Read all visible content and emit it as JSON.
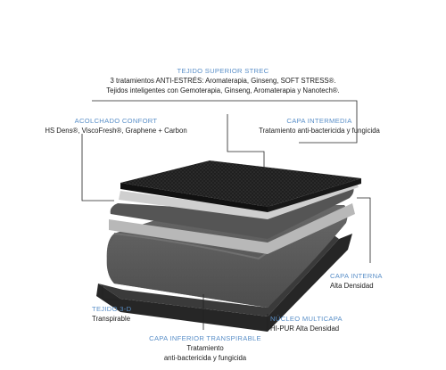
{
  "colors": {
    "accent": "#5a8fc8",
    "text": "#1c1c1c",
    "leader": "#222222"
  },
  "labels": {
    "tejido_superior": {
      "title": "TEJIDO SUPERIOR STREC",
      "line1": "3 tratamientos ANTI-ESTRÉS: Aromaterapia, Ginseng, SOFT STRESS®.",
      "line2": "Tejidos inteligentes con Gemoterapia, Ginseng, Aromaterapia y Nanotech®."
    },
    "acolchado": {
      "title": "ACOLCHADO CONFORT",
      "line1": "HS Dens®, ViscoFresh®, Graphene + Carbon"
    },
    "capa_intermedia": {
      "title": "CAPA INTERMEDIA",
      "line1": "Tratamiento anti-bactericida y fungicida"
    },
    "capa_interna": {
      "title": "CAPA INTERNA",
      "line1": "Alta Densidad"
    },
    "tejido_3d": {
      "title": "TEJIDO 3-D",
      "line1": "Transpirable"
    },
    "nucleo": {
      "title": "NÚCLEO MULTICAPA",
      "line1": "HI-PUR Alta Densidad"
    },
    "capa_inferior": {
      "title": "CAPA INFERIOR TRANSPIRABLE",
      "line1": "Tratamiento",
      "line2": "anti-bactericida y fungicida"
    }
  }
}
